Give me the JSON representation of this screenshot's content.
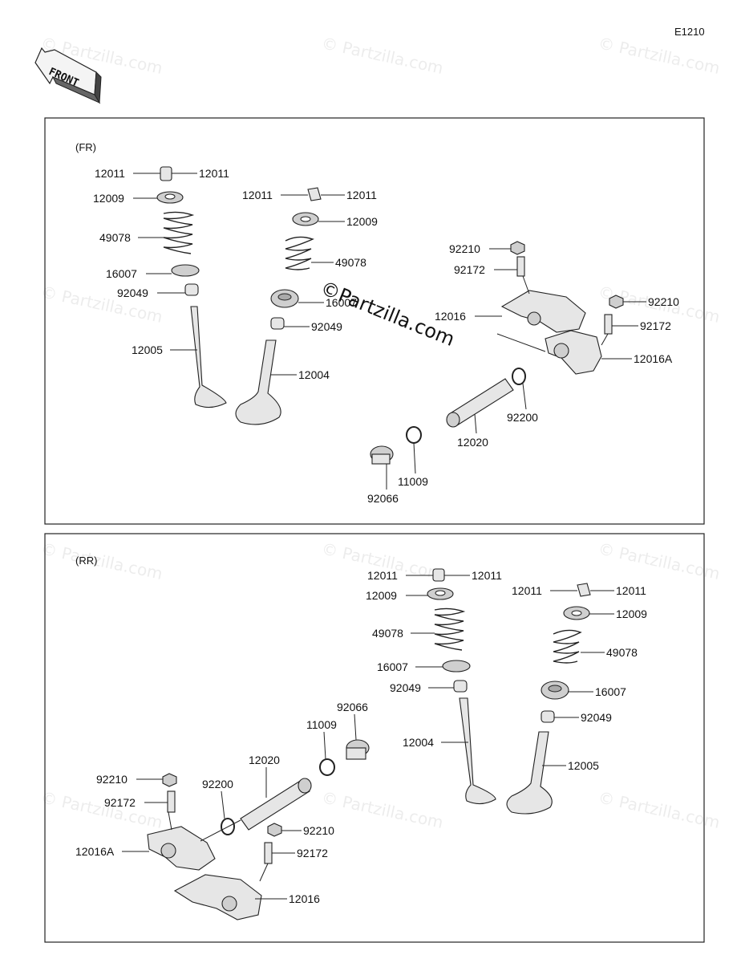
{
  "diagram_code": "E1210",
  "front_badge": "FRONT",
  "watermark": "© Partzilla.com",
  "center_watermark": "©Partzilla.com",
  "sections": [
    {
      "title": "(FR)"
    },
    {
      "title": "(RR)"
    }
  ],
  "labels": [
    "12011",
    "12011",
    "12009",
    "49078",
    "16007",
    "92049",
    "12005",
    "12011",
    "12011",
    "12009",
    "49078",
    "16007",
    "92049",
    "12004",
    "92210",
    "92172",
    "12016",
    "92210",
    "92172",
    "12016A",
    "92200",
    "12020",
    "11009",
    "92066",
    "12011",
    "12011",
    "12009",
    "49078",
    "16007",
    "92049",
    "12004",
    "12011",
    "12011",
    "12009",
    "49078",
    "16007",
    "92049",
    "12005",
    "92066",
    "11009",
    "12020",
    "92200",
    "92210",
    "92172",
    "12016A",
    "92210",
    "92172",
    "12016"
  ]
}
